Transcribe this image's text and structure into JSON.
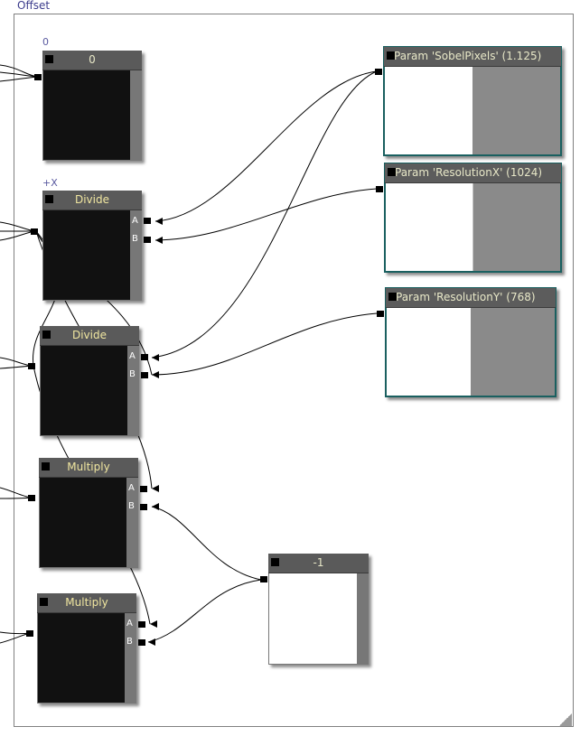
{
  "group": {
    "title": "Offset"
  },
  "nodes": {
    "const0": {
      "caption": "0",
      "title": "0"
    },
    "divide1": {
      "caption": "+X",
      "title": "Divide",
      "in_a": "A",
      "in_b": "B"
    },
    "divide2": {
      "title": "Divide",
      "in_a": "A",
      "in_b": "B"
    },
    "multiply1": {
      "title": "Multiply",
      "in_a": "A",
      "in_b": "B"
    },
    "multiply2": {
      "title": "Multiply",
      "in_a": "A",
      "in_b": "B"
    },
    "neg1": {
      "title": "-1"
    },
    "param_sobel": {
      "title": "Param 'SobelPixels' (1.125)"
    },
    "param_resx": {
      "title": "Param 'ResolutionX' (1024)"
    },
    "param_resy": {
      "title": "Param 'ResolutionY' (768)"
    }
  },
  "colors": {
    "param_border": "#1a6060",
    "node_header": "#5a5a5a",
    "wire": "#000000",
    "title_text": "#3c3c8c"
  }
}
